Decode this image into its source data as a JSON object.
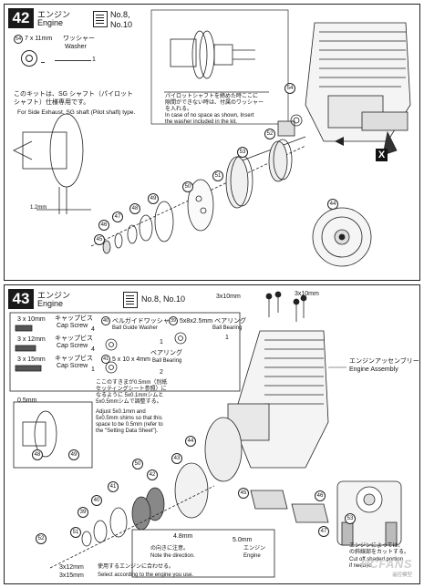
{
  "step42": {
    "number": "42",
    "title_jp": "エンジン",
    "title_en": "Engine",
    "ref": "No.8,\nNo.10",
    "part_washer": {
      "id": "54",
      "size": "7 x 11mm",
      "name_jp": "ワッシャー",
      "name_en": "Washer",
      "qty": "1"
    },
    "note_sg_jp": "このキットは、SG シャフト（パイロット\nシャフト）仕様専用です。",
    "note_sg_en": "For Side Exhaust, SG shaft (Pilot shaft) type.",
    "note_shaft_jp": "パイロットシャフトを締めた時ここに\n隙間ができない時は、付属のワッシャー\nを入れる。",
    "note_shaft_en": "In case of no space as shown, Insert\nthe washer included in the kit.",
    "dim": "1.2mm",
    "tags": [
      "54",
      "52",
      "53",
      "51",
      "50",
      "49",
      "48",
      "47",
      "46",
      "45",
      "44"
    ],
    "x_mark": "X"
  },
  "step43": {
    "number": "43",
    "title_jp": "エンジン",
    "title_en": "Engine",
    "ref": "No.8, No.10",
    "parts": [
      {
        "id": "",
        "size": "3 x 10mm",
        "name_jp": "キャップビス",
        "name_en": "Cap Screw",
        "qty": "4"
      },
      {
        "id": "",
        "size": "3 x 12mm",
        "name_jp": "キャップビス",
        "name_en": "Cap Screw",
        "qty": "4"
      },
      {
        "id": "",
        "size": "3 x 15mm",
        "name_jp": "キャップビス",
        "name_en": "Cap Screw",
        "qty": "1"
      },
      {
        "id": "40",
        "size": "",
        "name_jp": "ベルガイドワッシャー",
        "name_en": "Ball Guide Washer",
        "qty": "1"
      },
      {
        "id": "41",
        "size": "5 x 10 x 4mm",
        "name_jp": "ベアリング",
        "name_en": "Ball Bearing",
        "qty": "2"
      },
      {
        "id": "39",
        "size": "5x8x2.5mm",
        "name_jp": "ベアリング",
        "name_en": "Ball Bearing",
        "qty": "1"
      }
    ],
    "label_engine_assembly_jp": "エンジンアッセンブリー",
    "label_engine_assembly_en": "Engine Assembly",
    "screw_top_left": "3x10mm",
    "screw_top_right": "3x10mm",
    "gap": "0.5mm",
    "note_gap_jp": "ここのすきまが0.5mm（別紙\nセッティングシート参照）に\nなるように 5x0.1mmシムと\n5x0.5mmシムで調整する。",
    "note_gap_en": "Adjust 5x0.1mm and\n5x0.5mm shims so that this\nspace to be 0.5mm (refer to\nthe \"Setting Data Sheet\").",
    "note_direction_jp": "の向きに注意。",
    "note_direction_en": "Note the direction.",
    "dim_48": "4.8mm",
    "dim_50": "5.0mm",
    "engine_label_jp": "エンジン",
    "engine_label_en": "Engine",
    "screw_bottom_1": "3x12mm",
    "screw_bottom_2": "3x15mm",
    "note_choose_jp": "使用するエンジンに合わせる。",
    "note_choose_en": "Select according to the engine you use.",
    "note_cut_jp": "エンジンによっては、\nの斜線部をカットする。",
    "note_cut_en": "Cut off shaded portion\nif needed.",
    "tags": [
      "39",
      "40",
      "41",
      "42",
      "43",
      "44",
      "45",
      "46",
      "47",
      "48",
      "49",
      "50",
      "51",
      "52",
      "53"
    ],
    "watermark": "RCFANS",
    "watermark_sub": "遥控模型"
  }
}
